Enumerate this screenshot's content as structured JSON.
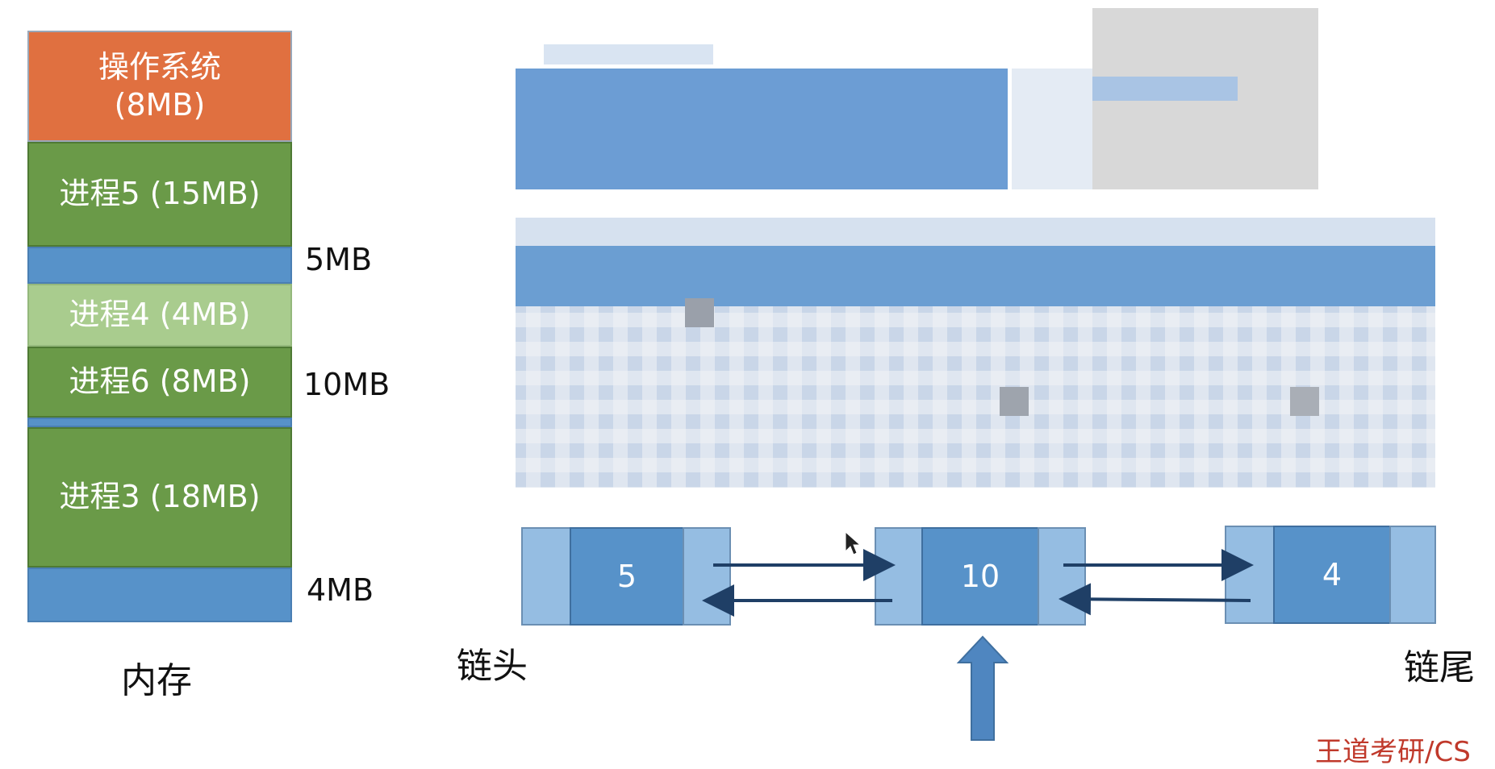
{
  "memory": {
    "caption": "内存",
    "blocks": [
      {
        "label": "操作系统\n(8MB)",
        "kind": "os"
      },
      {
        "label": "进程5 (15MB)",
        "kind": "process"
      },
      {
        "label": "",
        "kind": "free"
      },
      {
        "label": "进程4 (4MB)",
        "kind": "process-light"
      },
      {
        "label": "进程6 (8MB)",
        "kind": "process"
      },
      {
        "label": "",
        "kind": "free"
      },
      {
        "label": "进程3 (18MB)",
        "kind": "process"
      },
      {
        "label": "",
        "kind": "free"
      }
    ],
    "free_sizes": [
      "5MB",
      "10MB",
      "4MB"
    ]
  },
  "free_list": {
    "head_label": "链头",
    "tail_label": "链尾",
    "nodes": [
      "5",
      "10",
      "4"
    ]
  },
  "footer": {
    "text": "王道考研/CS"
  },
  "colors": {
    "os": "#e07040",
    "process": "#6a9a48",
    "process_light": "#a9cc8e",
    "free": "#5792c9",
    "node_side": "#95bde2",
    "arrow": "#1f3f66",
    "pointer_arrow": "#4f86c0"
  }
}
